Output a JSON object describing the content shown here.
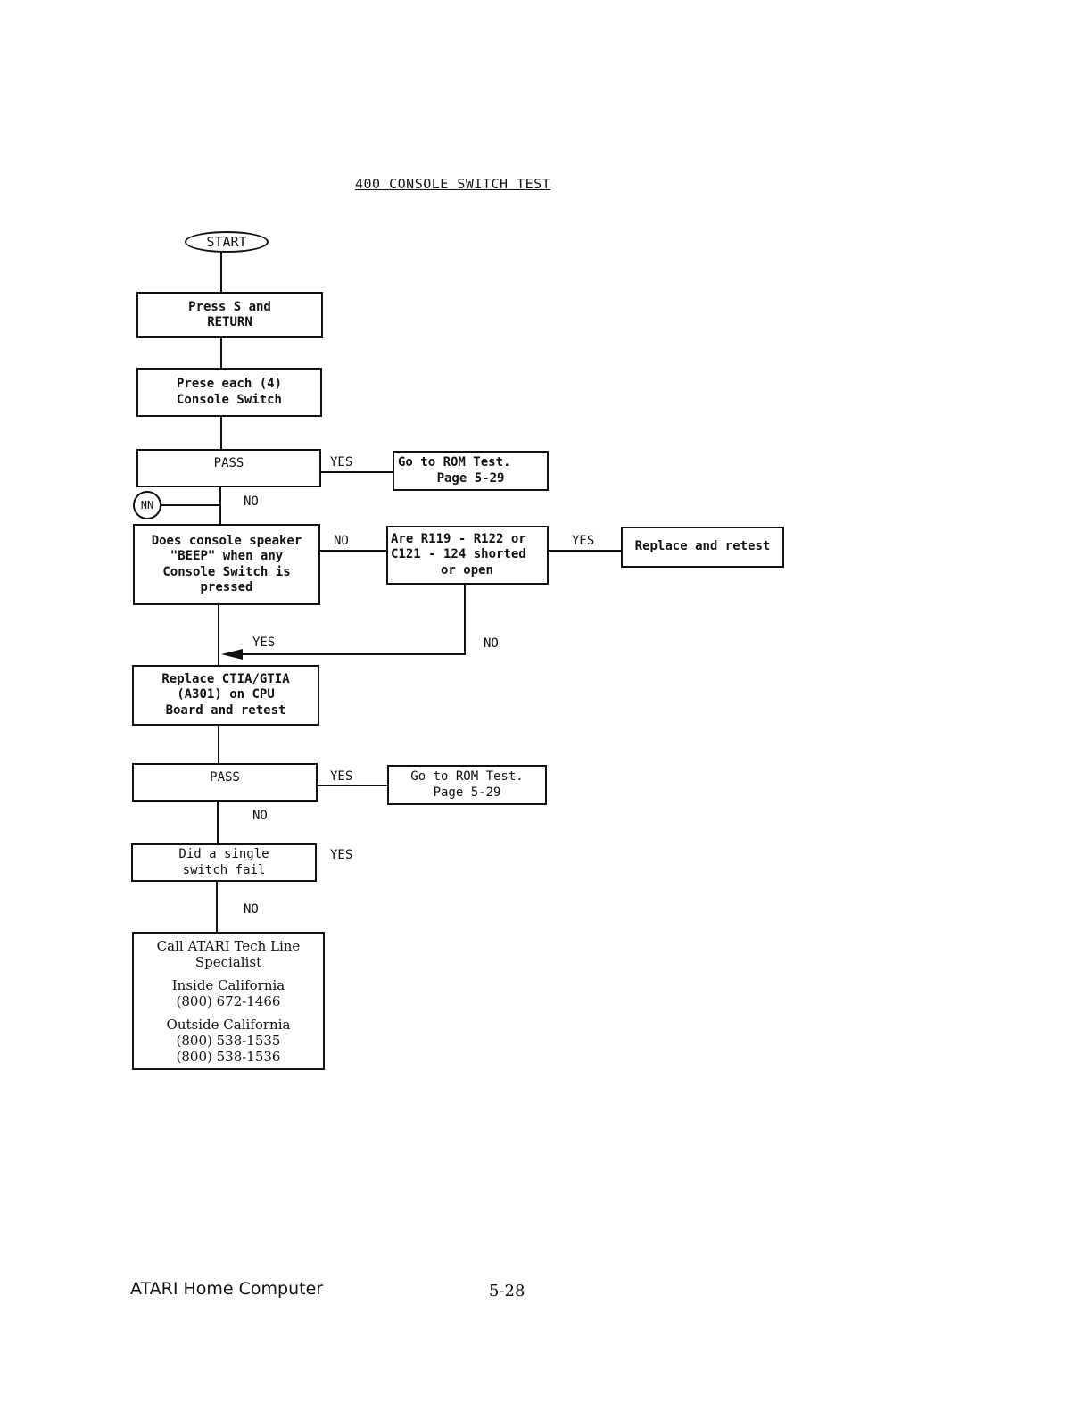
{
  "title": "400 CONSOLE SWITCH TEST",
  "start": "START",
  "connector": "NN",
  "step_press_s": [
    "Press S and",
    "RETURN"
  ],
  "step_press_each": [
    "Prese each (4)",
    "Console Switch"
  ],
  "pass_1": "PASS",
  "goto_rom_1": [
    "Go to ROM Test.",
    "Page 5-29"
  ],
  "beep_question": [
    "Does console speaker",
    "\"BEEP\" when any",
    "Console Switch is",
    "pressed"
  ],
  "resistor_question": [
    "Are R119 - R122 or",
    "C121 - 124 shorted",
    "or open"
  ],
  "replace_retest": "Replace and retest",
  "replace_ctia": [
    "Replace CTIA/GTIA",
    "(A301) on CPU",
    "Board and retest"
  ],
  "pass_2": "PASS",
  "goto_rom_2": [
    "Go to ROM Test.",
    "Page 5-29"
  ],
  "single_switch": [
    "Did a single",
    "switch fail"
  ],
  "tech_line": {
    "header": [
      "Call ATARI Tech Line",
      "Specialist"
    ],
    "inside": [
      "Inside California",
      "(800) 672-1466"
    ],
    "outside": [
      "Outside California",
      "(800) 538-1535",
      "(800) 538-1536"
    ]
  },
  "labels": {
    "yes_pass1": "YES",
    "no_pass1": "NO",
    "no_beep": "NO",
    "yes_resistor": "YES",
    "yes_beep": "YES",
    "no_resistor": "NO",
    "yes_pass2": "YES",
    "no_pass2": "NO",
    "yes_single": "YES",
    "no_single": "NO"
  },
  "footer": {
    "left": "ATARI Home Computer",
    "page_number": "5-28"
  }
}
